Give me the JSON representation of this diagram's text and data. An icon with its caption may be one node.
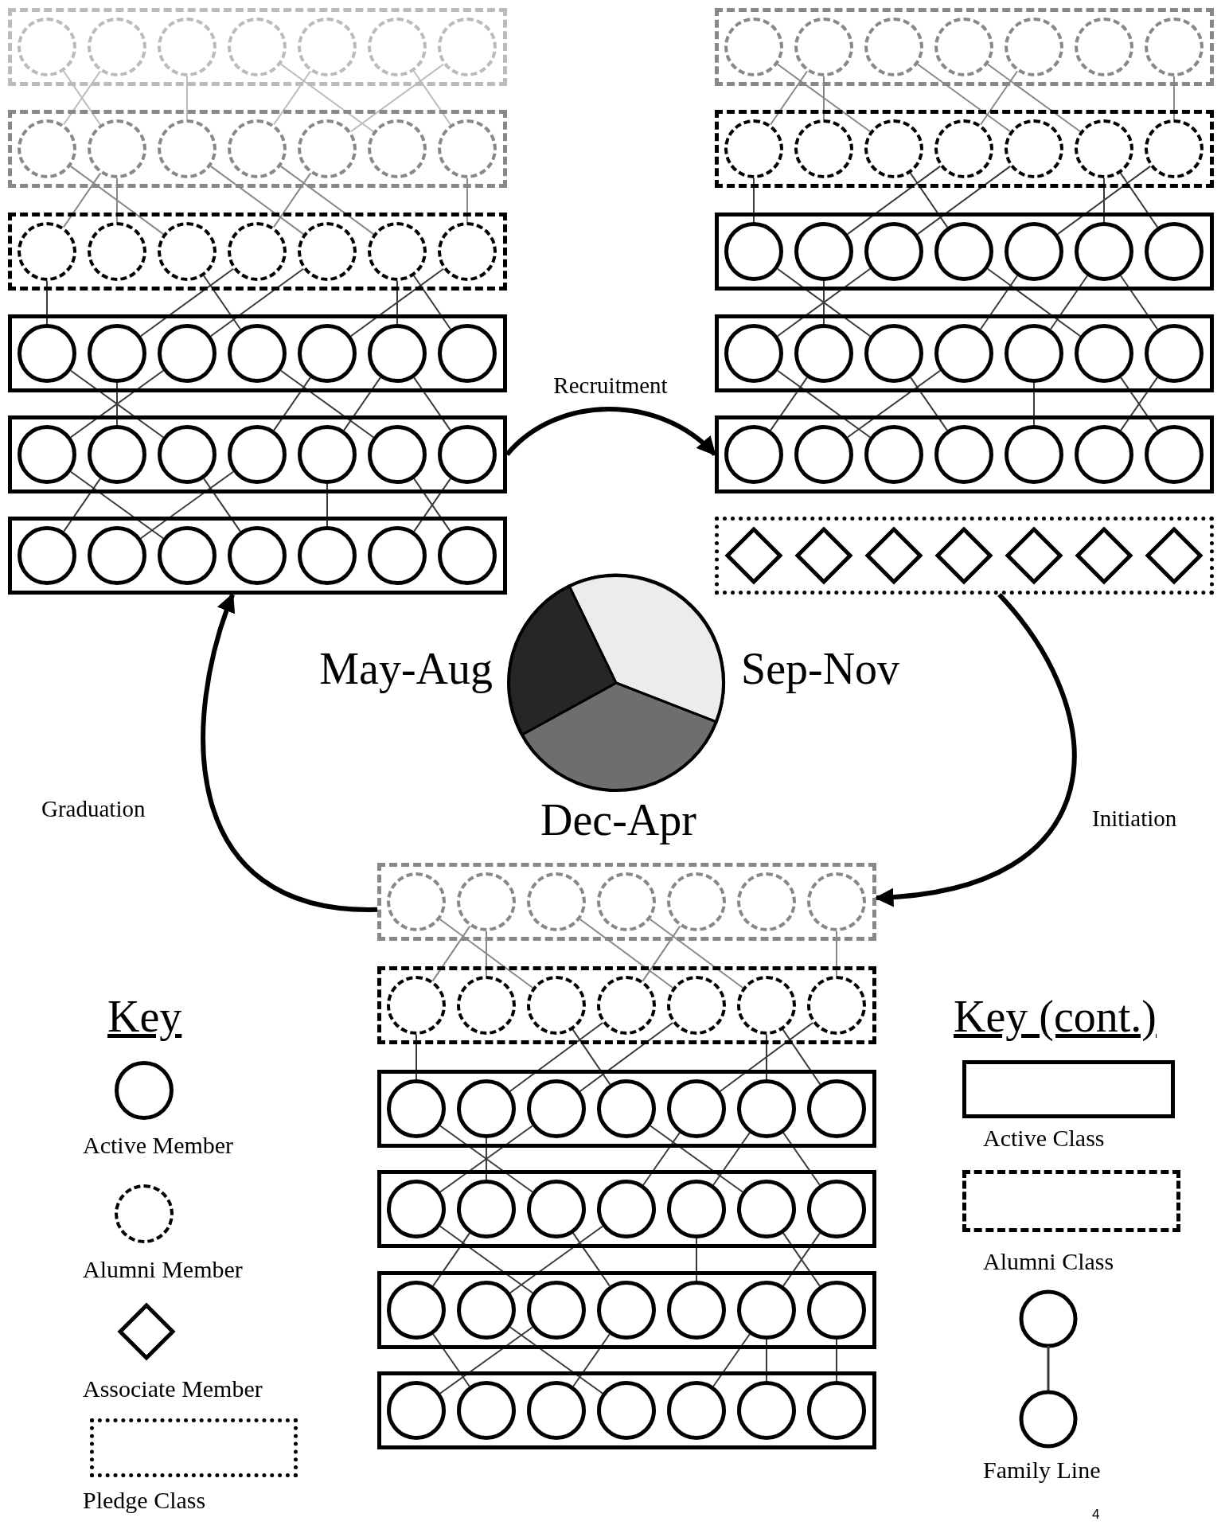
{
  "diagram": {
    "nodes": [
      {
        "text": [],
        "shape": "box"
      },
      {
        "text": [],
        "shape": "circle",
        "in": 0
      },
      {
        "text": [],
        "shape": "circle",
        "in": 0
      },
      {
        "text": [],
        "shape": "circle",
        "in": 0
      },
      {
        "text": [],
        "shape": "circle",
        "in": 0
      },
      {
        "text": [],
        "shape": "circle",
        "in": 0
      },
      {
        "text": [],
        "shape": "circle",
        "in": 0
      },
      {
        "text": [],
        "shape": "circle",
        "in": 0
      },
      {
        "text": [],
        "shape": "box"
      },
      {
        "text": [],
        "shape": "circle",
        "in": 8
      },
      {
        "text": [],
        "shape": "circle",
        "in": 8
      },
      {
        "text": [],
        "shape": "circle",
        "in": 8
      },
      {
        "text": [],
        "shape": "circle",
        "in": 8
      },
      {
        "text": [],
        "shape": "circle",
        "in": 8
      },
      {
        "text": [],
        "shape": "circle",
        "in": 8
      },
      {
        "text": [],
        "shape": "circle",
        "in": 8
      },
      {
        "text": [],
        "shape": "box"
      },
      {
        "text": [],
        "shape": "circle",
        "in": 16
      },
      {
        "text": [],
        "shape": "circle",
        "in": 16
      },
      {
        "text": [],
        "shape": "circle",
        "in": 16
      },
      {
        "text": [],
        "shape": "circle",
        "in": 16
      },
      {
        "text": [],
        "shape": "circle",
        "in": 16
      },
      {
        "text": [],
        "shape": "circle",
        "in": 16
      },
      {
        "text": [],
        "shape": "circle",
        "in": 16
      },
      {
        "text": [],
        "shape": "box"
      },
      {
        "text": [],
        "shape": "circle",
        "in": 24
      },
      {
        "text": [],
        "shape": "circle",
        "in": 24
      },
      {
        "text": [],
        "shape": "circle",
        "in": 24
      },
      {
        "text": [],
        "shape": "circle",
        "in": 24
      },
      {
        "text": [],
        "shape": "circle",
        "in": 24
      },
      {
        "text": [],
        "shape": "circle",
        "in": 24
      },
      {
        "text": [],
        "shape": "circle",
        "in": 24
      },
      {
        "text": [],
        "shape": "box"
      },
      {
        "text": [],
        "shape": "circle",
        "in": 32
      },
      {
        "text": [],
        "shape": "circle",
        "in": 32
      },
      {
        "text": [],
        "shape": "circle",
        "in": 32
      },
      {
        "text": [],
        "shape": "circle",
        "in": 32
      },
      {
        "text": [],
        "shape": "circle",
        "in": 32
      },
      {
        "text": [],
        "shape": "circle",
        "in": 32
      },
      {
        "text": [],
        "shape": "circle",
        "in": 32
      },
      {
        "text": [],
        "shape": "box"
      },
      {
        "text": [],
        "shape": "circle",
        "in": 40
      },
      {
        "text": [],
        "shape": "circle",
        "in": 40
      },
      {
        "text": [],
        "shape": "circle",
        "in": 40
      },
      {
        "text": [],
        "shape": "circle",
        "in": 40
      },
      {
        "text": [],
        "shape": "circle",
        "in": 40
      },
      {
        "text": [],
        "shape": "circle",
        "in": 40
      },
      {
        "text": [],
        "shape": "circle",
        "in": 40
      },
      {
        "text": [],
        "shape": "box"
      },
      {
        "text": [],
        "shape": "circle",
        "in": 48
      },
      {
        "text": [],
        "shape": "circle",
        "in": 48
      },
      {
        "text": [],
        "shape": "circle",
        "in": 48
      },
      {
        "text": [],
        "shape": "circle",
        "in": 48
      },
      {
        "text": [],
        "shape": "circle",
        "in": 48
      },
      {
        "text": [],
        "shape": "circle",
        "in": 48
      },
      {
        "text": [],
        "shape": "circle",
        "in": 48
      },
      {
        "text": [],
        "shape": "box"
      },
      {
        "text": [],
        "shape": "circle",
        "in": 56
      },
      {
        "text": [],
        "shape": "circle",
        "in": 56
      },
      {
        "text": [],
        "shape": "circle",
        "in": 56
      },
      {
        "text": [],
        "shape": "circle",
        "in": 56
      },
      {
        "text": [],
        "shape": "circle",
        "in": 56
      },
      {
        "text": [],
        "shape": "circle",
        "in": 56
      },
      {
        "text": [],
        "shape": "circle",
        "in": 56
      },
      {
        "text": [],
        "shape": "box"
      },
      {
        "text": [],
        "shape": "circle",
        "in": 64
      },
      {
        "text": [],
        "shape": "circle",
        "in": 64
      },
      {
        "text": [],
        "shape": "circle",
        "in": 64
      },
      {
        "text": [],
        "shape": "circle",
        "in": 64
      },
      {
        "text": [],
        "shape": "circle",
        "in": 64
      },
      {
        "text": [],
        "shape": "circle",
        "in": 64
      },
      {
        "text": [],
        "shape": "circle",
        "in": 64
      },
      {
        "text": [],
        "shape": "box"
      },
      {
        "text": [],
        "shape": "circle",
        "in": 72
      },
      {
        "text": [],
        "shape": "circle",
        "in": 72
      },
      {
        "text": [],
        "shape": "circle",
        "in": 72
      },
      {
        "text": [],
        "shape": "circle",
        "in": 72
      },
      {
        "text": [],
        "shape": "circle",
        "in": 72
      },
      {
        "text": [],
        "shape": "circle",
        "in": 72
      },
      {
        "text": [],
        "shape": "circle",
        "in": 72
      },
      {
        "text": [],
        "shape": "box"
      },
      {
        "text": [],
        "shape": "circle",
        "in": 80
      },
      {
        "text": [],
        "shape": "circle",
        "in": 80
      },
      {
        "text": [],
        "shape": "circle",
        "in": 80
      },
      {
        "text": [],
        "shape": "circle",
        "in": 80
      },
      {
        "text": [],
        "shape": "circle",
        "in": 80
      },
      {
        "text": [],
        "shape": "circle",
        "in": 80
      },
      {
        "text": [],
        "shape": "circle",
        "in": 80
      },
      {
        "text": [],
        "shape": "box"
      },
      {
        "text": [],
        "shape": "diamond",
        "in": 88
      },
      {
        "text": [],
        "shape": "diamond",
        "in": 88
      },
      {
        "text": [],
        "shape": "diamond",
        "in": 88
      },
      {
        "text": [],
        "shape": "diamond",
        "in": 88
      },
      {
        "text": [],
        "shape": "diamond",
        "in": 88
      },
      {
        "text": [],
        "shape": "diamond",
        "in": 88
      },
      {
        "text": [],
        "shape": "diamond",
        "in": 88
      },
      {
        "text": [],
        "shape": "box"
      },
      {
        "text": [],
        "shape": "circle",
        "in": 96
      },
      {
        "text": [],
        "shape": "circle",
        "in": 96
      },
      {
        "text": [],
        "shape": "circle",
        "in": 96
      },
      {
        "text": [],
        "shape": "circle",
        "in": 96
      },
      {
        "text": [],
        "shape": "circle",
        "in": 96
      },
      {
        "text": [],
        "shape": "circle",
        "in": 96
      },
      {
        "text": [],
        "shape": "circle",
        "in": 96
      },
      {
        "text": [],
        "shape": "box"
      },
      {
        "text": [],
        "shape": "circle",
        "in": 104
      },
      {
        "text": [],
        "shape": "circle",
        "in": 104
      },
      {
        "text": [],
        "shape": "circle",
        "in": 104
      },
      {
        "text": [],
        "shape": "circle",
        "in": 104
      },
      {
        "text": [],
        "shape": "circle",
        "in": 104
      },
      {
        "text": [],
        "shape": "circle",
        "in": 104
      },
      {
        "text": [],
        "shape": "circle",
        "in": 104
      },
      {
        "text": [],
        "shape": "box"
      },
      {
        "text": [],
        "shape": "circle",
        "in": 112
      },
      {
        "text": [],
        "shape": "circle",
        "in": 112
      },
      {
        "text": [],
        "shape": "circle",
        "in": 112
      },
      {
        "text": [],
        "shape": "circle",
        "in": 112
      },
      {
        "text": [],
        "shape": "circle",
        "in": 112
      },
      {
        "text": [],
        "shape": "circle",
        "in": 112
      },
      {
        "text": [],
        "shape": "circle",
        "in": 112
      },
      {
        "text": [],
        "shape": "box"
      },
      {
        "text": [],
        "shape": "circle",
        "in": 120
      },
      {
        "text": [],
        "shape": "circle",
        "in": 120
      },
      {
        "text": [],
        "shape": "circle",
        "in": 120
      },
      {
        "text": [],
        "shape": "circle",
        "in": 120
      },
      {
        "text": [],
        "shape": "circle",
        "in": 120
      },
      {
        "text": [],
        "shape": "circle",
        "in": 120
      },
      {
        "text": [],
        "shape": "circle",
        "in": 120
      },
      {
        "text": [],
        "shape": "box"
      },
      {
        "text": [],
        "shape": "circle",
        "in": 128
      },
      {
        "text": [],
        "shape": "circle",
        "in": 128
      },
      {
        "text": [],
        "shape": "circle",
        "in": 128
      },
      {
        "text": [],
        "shape": "circle",
        "in": 128
      },
      {
        "text": [],
        "shape": "circle",
        "in": 128
      },
      {
        "text": [],
        "shape": "circle",
        "in": 128
      },
      {
        "text": [],
        "shape": "circle",
        "in": 128
      },
      {
        "text": [],
        "shape": "box"
      },
      {
        "text": [],
        "shape": "circle",
        "in": 136
      },
      {
        "text": [],
        "shape": "circle",
        "in": 136
      },
      {
        "text": [],
        "shape": "circle",
        "in": 136
      },
      {
        "text": [],
        "shape": "circle",
        "in": 136
      },
      {
        "text": [],
        "shape": "circle",
        "in": 136
      },
      {
        "text": [],
        "shape": "circle",
        "in": 136
      },
      {
        "text": [],
        "shape": "circle",
        "in": 136
      }
    ],
    "edges": [
      {
        "from": 1,
        "to": 10,
        "arrow": "none",
        "color": "#bbbbbb"
      },
      {
        "from": 2,
        "to": 9,
        "arrow": "none",
        "color": "#bbbbbb"
      },
      {
        "from": 3,
        "to": 11,
        "arrow": "none",
        "color": "#bbbbbb"
      },
      {
        "from": 4,
        "to": 14,
        "arrow": "none",
        "color": "#bbbbbb"
      },
      {
        "from": 5,
        "to": 12,
        "arrow": "none",
        "color": "#bbbbbb"
      },
      {
        "from": 6,
        "to": 15,
        "arrow": "none",
        "color": "#bbbbbb"
      },
      {
        "from": 7,
        "to": 13,
        "arrow": "none",
        "color": "#bbbbbb"
      },
      {
        "from": 9,
        "to": 19,
        "arrow": "none",
        "color": "#888888"
      },
      {
        "from": 10,
        "to": 17,
        "arrow": "none",
        "color": "#888888"
      },
      {
        "from": 10,
        "to": 18,
        "arrow": "none",
        "color": "#888888"
      },
      {
        "from": 11,
        "to": 21,
        "arrow": "none",
        "color": "#888888"
      },
      {
        "from": 12,
        "to": 22,
        "arrow": "none",
        "color": "#888888"
      },
      {
        "from": 13,
        "to": 20,
        "arrow": "none",
        "color": "#888888"
      },
      {
        "from": 15,
        "to": 23,
        "arrow": "none",
        "color": "#888888"
      },
      {
        "from": 17,
        "to": 25,
        "arrow": "none"
      },
      {
        "from": 19,
        "to": 28,
        "arrow": "none"
      },
      {
        "from": 20,
        "to": 26,
        "arrow": "none"
      },
      {
        "from": 21,
        "to": 27,
        "arrow": "none"
      },
      {
        "from": 22,
        "to": 30,
        "arrow": "none"
      },
      {
        "from": 22,
        "to": 31,
        "arrow": "none"
      },
      {
        "from": 23,
        "to": 29,
        "arrow": "none"
      },
      {
        "from": 25,
        "to": 35,
        "arrow": "none"
      },
      {
        "from": 26,
        "to": 34,
        "arrow": "none"
      },
      {
        "from": 27,
        "to": 33,
        "arrow": "none"
      },
      {
        "from": 28,
        "to": 38,
        "arrow": "none"
      },
      {
        "from": 29,
        "to": 36,
        "arrow": "none"
      },
      {
        "from": 30,
        "to": 37,
        "arrow": "none"
      },
      {
        "from": 30,
        "to": 39,
        "arrow": "none"
      },
      {
        "from": 33,
        "to": 43,
        "arrow": "none"
      },
      {
        "from": 34,
        "to": 41,
        "arrow": "none"
      },
      {
        "from": 35,
        "to": 44,
        "arrow": "none"
      },
      {
        "from": 36,
        "to": 42,
        "arrow": "none"
      },
      {
        "from": 37,
        "to": 45,
        "arrow": "none"
      },
      {
        "from": 38,
        "to": 47,
        "arrow": "none"
      },
      {
        "from": 39,
        "to": 46,
        "arrow": "none"
      },
      {
        "from": 49,
        "to": 59,
        "arrow": "none",
        "color": "#888888"
      },
      {
        "from": 50,
        "to": 57,
        "arrow": "none",
        "color": "#888888"
      },
      {
        "from": 50,
        "to": 58,
        "arrow": "none",
        "color": "#888888"
      },
      {
        "from": 51,
        "to": 61,
        "arrow": "none",
        "color": "#888888"
      },
      {
        "from": 52,
        "to": 62,
        "arrow": "none",
        "color": "#888888"
      },
      {
        "from": 53,
        "to": 60,
        "arrow": "none",
        "color": "#888888"
      },
      {
        "from": 55,
        "to": 63,
        "arrow": "none",
        "color": "#888888"
      },
      {
        "from": 57,
        "to": 65,
        "arrow": "none"
      },
      {
        "from": 59,
        "to": 68,
        "arrow": "none"
      },
      {
        "from": 60,
        "to": 66,
        "arrow": "none"
      },
      {
        "from": 61,
        "to": 67,
        "arrow": "none"
      },
      {
        "from": 62,
        "to": 70,
        "arrow": "none"
      },
      {
        "from": 62,
        "to": 71,
        "arrow": "none"
      },
      {
        "from": 63,
        "to": 69,
        "arrow": "none"
      },
      {
        "from": 65,
        "to": 75,
        "arrow": "none"
      },
      {
        "from": 66,
        "to": 74,
        "arrow": "none"
      },
      {
        "from": 67,
        "to": 73,
        "arrow": "none"
      },
      {
        "from": 68,
        "to": 78,
        "arrow": "none"
      },
      {
        "from": 69,
        "to": 76,
        "arrow": "none"
      },
      {
        "from": 70,
        "to": 77,
        "arrow": "none"
      },
      {
        "from": 70,
        "to": 79,
        "arrow": "none"
      },
      {
        "from": 73,
        "to": 83,
        "arrow": "none"
      },
      {
        "from": 74,
        "to": 81,
        "arrow": "none"
      },
      {
        "from": 75,
        "to": 84,
        "arrow": "none"
      },
      {
        "from": 76,
        "to": 82,
        "arrow": "none"
      },
      {
        "from": 77,
        "to": 85,
        "arrow": "none"
      },
      {
        "from": 78,
        "to": 87,
        "arrow": "none"
      },
      {
        "from": 79,
        "to": 86,
        "arrow": "none"
      },
      {
        "from": 97,
        "to": 107,
        "arrow": "none",
        "color": "#888888"
      },
      {
        "from": 98,
        "to": 105,
        "arrow": "none",
        "color": "#888888"
      },
      {
        "from": 98,
        "to": 106,
        "arrow": "none",
        "color": "#888888"
      },
      {
        "from": 99,
        "to": 109,
        "arrow": "none",
        "color": "#888888"
      },
      {
        "from": 100,
        "to": 110,
        "arrow": "none",
        "color": "#888888"
      },
      {
        "from": 101,
        "to": 108,
        "arrow": "none",
        "color": "#888888"
      },
      {
        "from": 103,
        "to": 111,
        "arrow": "none",
        "color": "#888888"
      },
      {
        "from": 105,
        "to": 113,
        "arrow": "none"
      },
      {
        "from": 107,
        "to": 116,
        "arrow": "none"
      },
      {
        "from": 108,
        "to": 114,
        "arrow": "none"
      },
      {
        "from": 109,
        "to": 115,
        "arrow": "none"
      },
      {
        "from": 110,
        "to": 118,
        "arrow": "none"
      },
      {
        "from": 110,
        "to": 119,
        "arrow": "none"
      },
      {
        "from": 111,
        "to": 117,
        "arrow": "none"
      },
      {
        "from": 113,
        "to": 123,
        "arrow": "none"
      },
      {
        "from": 114,
        "to": 122,
        "arrow": "none"
      },
      {
        "from": 115,
        "to": 121,
        "arrow": "none"
      },
      {
        "from": 116,
        "to": 126,
        "arrow": "none"
      },
      {
        "from": 117,
        "to": 124,
        "arrow": "none"
      },
      {
        "from": 118,
        "to": 125,
        "arrow": "none"
      },
      {
        "from": 118,
        "to": 127,
        "arrow": "none"
      },
      {
        "from": 121,
        "to": 131,
        "arrow": "none"
      },
      {
        "from": 122,
        "to": 129,
        "arrow": "none"
      },
      {
        "from": 123,
        "to": 132,
        "arrow": "none"
      },
      {
        "from": 124,
        "to": 130,
        "arrow": "none"
      },
      {
        "from": 125,
        "to": 133,
        "arrow": "none"
      },
      {
        "from": 126,
        "to": 135,
        "arrow": "none"
      },
      {
        "from": 127,
        "to": 134,
        "arrow": "none"
      },
      {
        "from": 129,
        "to": 138,
        "arrow": "none"
      },
      {
        "from": 130,
        "to": 140,
        "arrow": "none"
      },
      {
        "from": 131,
        "to": 137,
        "arrow": "none"
      },
      {
        "from": 132,
        "to": 139,
        "arrow": "none"
      },
      {
        "from": 134,
        "to": 141,
        "arrow": "none"
      },
      {
        "from": 134,
        "to": 142,
        "arrow": "none"
      },
      {
        "from": 135,
        "to": 143,
        "arrow": "none"
      },
      {
        "from": 32,
        "to": 80,
        "arrow": "to",
        "label": "Recruitment",
        "style": "thick",
        "color": "#000000"
      },
      {
        "from": 88,
        "to": 96,
        "arrow": "to",
        "label": "Initiation",
        "style": "thick",
        "color": "#000000"
      },
      {
        "from": 96,
        "to": 40,
        "arrow": "to",
        "label": "Graduation",
        "style": "thick",
        "color": "#000000"
      }
    ],
    "labels": [
      "May-Aug",
      "Sep-Nov",
      "Dec-Apr",
      "Key",
      "Key (cont.)",
      "4"
    ],
    "legend": [
      {
        "text": "Active Member"
      },
      {
        "text": "Alumni Member"
      },
      {
        "text": "Associate Member"
      },
      {
        "text": "Pledge Class"
      },
      {
        "text": "Active Class"
      },
      {
        "text": "Alumni Class"
      },
      {
        "text": "Family Line"
      }
    ]
  }
}
